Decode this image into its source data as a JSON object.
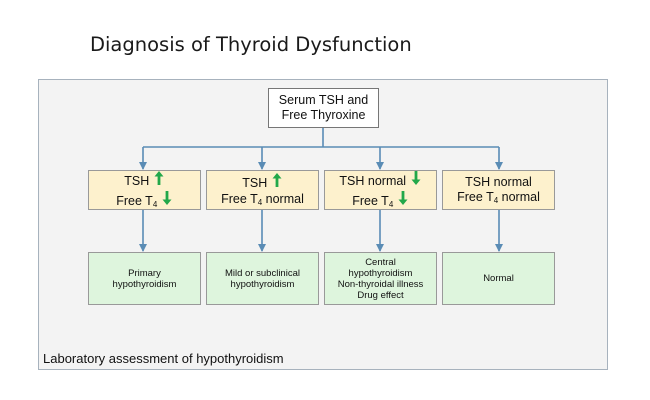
{
  "title": "Diagnosis of Thyroid Dysfunction",
  "top_box": {
    "line1": "Serum TSH and",
    "line2": "Free Thyroxine"
  },
  "tests": [
    {
      "l1": "TSH",
      "l2a": "Free T",
      "l2sub": "4",
      "l2b": "",
      "icon1": "arrow-up-icon",
      "icon2": "arrow-down-icon"
    },
    {
      "l1": "TSH",
      "l2a": "Free T",
      "l2sub": "4",
      "l2b": " normal",
      "icon1": "arrow-up-icon",
      "icon2": ""
    },
    {
      "l1": "TSH normal",
      "l2a": "Free T",
      "l2sub": "4",
      "l2b": "",
      "icon1": "arrow-down-icon",
      "icon2": "arrow-down-icon"
    },
    {
      "l1": "TSH normal",
      "l2a": "Free T",
      "l2sub": "4",
      "l2b": " normal",
      "icon1": "",
      "icon2": ""
    }
  ],
  "results": [
    {
      "lines": [
        "Primary",
        "hypothyroidism"
      ]
    },
    {
      "lines": [
        "Mild or subclinical",
        "hypothyroidism"
      ]
    },
    {
      "lines": [
        "Central",
        "hypothyroidism",
        "Non-thyroidal illness",
        "Drug effect"
      ]
    },
    {
      "lines": [
        "Normal"
      ]
    }
  ],
  "footer": "Laboratory assessment of hypothyroidism",
  "colors": {
    "connector": "#5a8cb5",
    "arrow_icon": "#22a84a",
    "test_box_fill": "#fdf1cd",
    "result_box_fill": "#def5dd",
    "panel_fill": "#f3f3f3"
  }
}
